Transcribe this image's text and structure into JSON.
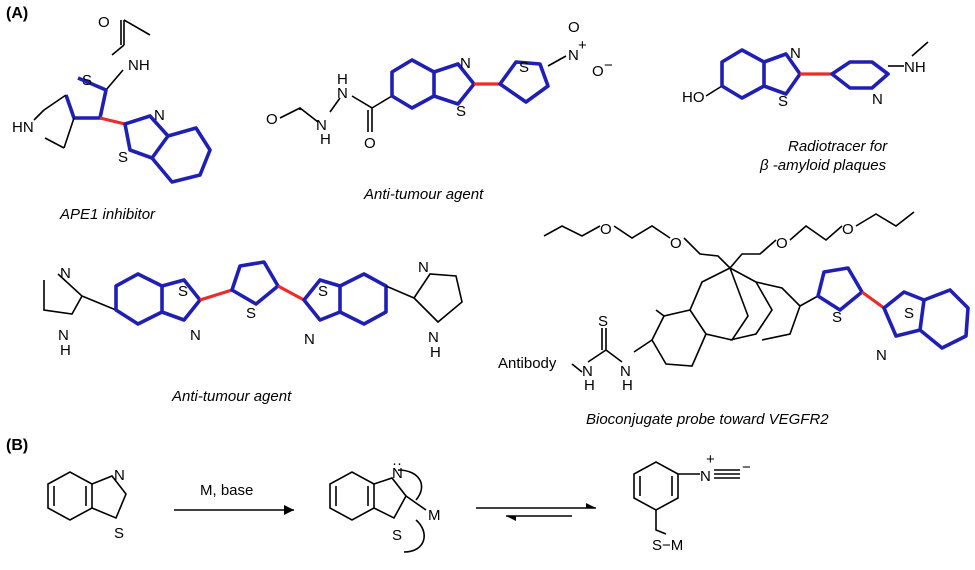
{
  "colors": {
    "scaffold": "#1f1fb4",
    "link": "#ee2a2a",
    "ink": "#000000"
  },
  "panels": {
    "a": "(A)",
    "b": "(B)"
  },
  "captions": {
    "ape1": "APE1 inhibitor",
    "antitumour_top": "Anti-tumour agent",
    "radiotracer_1": "Radiotracer for",
    "radiotracer_2": "β -amyloid plaques",
    "antitumour_bottom": "Anti-tumour agent",
    "bioconjugate": "Bioconjugate probe toward VEGFR2"
  },
  "atoms": {
    "s": "S",
    "n": "N",
    "nh": "NH",
    "hn": "HN",
    "h": "H",
    "o": "O",
    "ho": "HO",
    "minus_o": "O",
    "minus": "−",
    "plus": "+",
    "antibody": "Antibody",
    "m": "M",
    "sm": "S−M",
    "n_iso": "N",
    "lone_pair": "··"
  },
  "reaction": {
    "reagent": "M, base"
  }
}
